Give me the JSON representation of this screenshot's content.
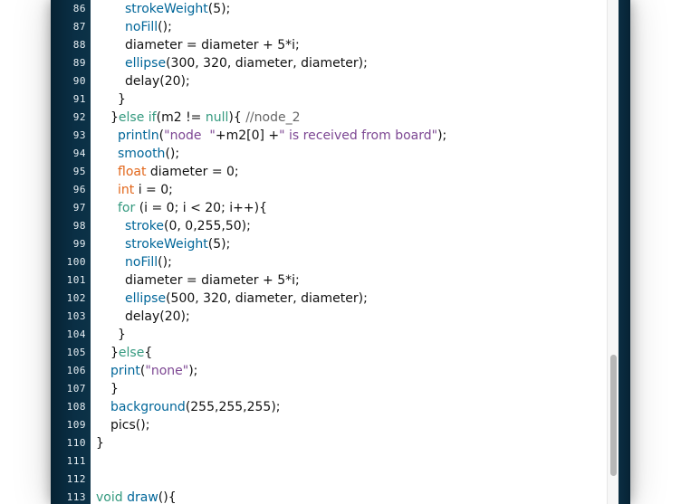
{
  "editor": {
    "lines": [
      {
        "num": "86",
        "indent": "    ",
        "tokens": [
          {
            "t": "strokeWeight",
            "c": "fn"
          },
          {
            "t": "(5);",
            "c": "plain"
          }
        ]
      },
      {
        "num": "87",
        "indent": "    ",
        "tokens": [
          {
            "t": "noFill",
            "c": "fn"
          },
          {
            "t": "();",
            "c": "plain"
          }
        ]
      },
      {
        "num": "88",
        "indent": "    ",
        "tokens": [
          {
            "t": "diameter = diameter + 5*i;",
            "c": "plain"
          }
        ]
      },
      {
        "num": "89",
        "indent": "    ",
        "tokens": [
          {
            "t": "ellipse",
            "c": "fn"
          },
          {
            "t": "(300, 320, diameter, diameter);",
            "c": "plain"
          }
        ]
      },
      {
        "num": "90",
        "indent": "    ",
        "tokens": [
          {
            "t": "delay(20);",
            "c": "plain"
          }
        ]
      },
      {
        "num": "91",
        "indent": "   ",
        "tokens": [
          {
            "t": "}",
            "c": "plain"
          }
        ]
      },
      {
        "num": "92",
        "indent": "  ",
        "tokens": [
          {
            "t": "}",
            "c": "plain"
          },
          {
            "t": "else if",
            "c": "kw"
          },
          {
            "t": "(m2 != ",
            "c": "plain"
          },
          {
            "t": "null",
            "c": "kw"
          },
          {
            "t": "){ ",
            "c": "plain"
          },
          {
            "t": "//node_2",
            "c": "com"
          }
        ]
      },
      {
        "num": "93",
        "indent": "   ",
        "tokens": [
          {
            "t": "println",
            "c": "fn"
          },
          {
            "t": "(",
            "c": "plain"
          },
          {
            "t": "\"node  \"",
            "c": "str"
          },
          {
            "t": "+m2[0] +",
            "c": "plain"
          },
          {
            "t": "\" is received from board\"",
            "c": "str"
          },
          {
            "t": ");",
            "c": "plain"
          }
        ]
      },
      {
        "num": "94",
        "indent": "   ",
        "tokens": [
          {
            "t": "smooth",
            "c": "fn"
          },
          {
            "t": "();",
            "c": "plain"
          }
        ]
      },
      {
        "num": "95",
        "indent": "   ",
        "tokens": [
          {
            "t": "float",
            "c": "type"
          },
          {
            "t": " diameter = 0;",
            "c": "plain"
          }
        ]
      },
      {
        "num": "96",
        "indent": "   ",
        "tokens": [
          {
            "t": "int",
            "c": "type"
          },
          {
            "t": " i = 0;",
            "c": "plain"
          }
        ]
      },
      {
        "num": "97",
        "indent": "   ",
        "tokens": [
          {
            "t": "for",
            "c": "kw"
          },
          {
            "t": " (i = 0; i < 20; i++){",
            "c": "plain"
          }
        ]
      },
      {
        "num": "98",
        "indent": "    ",
        "tokens": [
          {
            "t": "stroke",
            "c": "fn"
          },
          {
            "t": "(0, 0,255,50);",
            "c": "plain"
          }
        ]
      },
      {
        "num": "99",
        "indent": "    ",
        "tokens": [
          {
            "t": "strokeWeight",
            "c": "fn"
          },
          {
            "t": "(5);",
            "c": "plain"
          }
        ]
      },
      {
        "num": "100",
        "indent": "    ",
        "tokens": [
          {
            "t": "noFill",
            "c": "fn"
          },
          {
            "t": "();",
            "c": "plain"
          }
        ]
      },
      {
        "num": "101",
        "indent": "    ",
        "tokens": [
          {
            "t": "diameter = diameter + 5*i;",
            "c": "plain"
          }
        ]
      },
      {
        "num": "102",
        "indent": "    ",
        "tokens": [
          {
            "t": "ellipse",
            "c": "fn"
          },
          {
            "t": "(500, 320, diameter, diameter);",
            "c": "plain"
          }
        ]
      },
      {
        "num": "103",
        "indent": "    ",
        "tokens": [
          {
            "t": "delay(20);",
            "c": "plain"
          }
        ]
      },
      {
        "num": "104",
        "indent": "   ",
        "tokens": [
          {
            "t": "}",
            "c": "plain"
          }
        ]
      },
      {
        "num": "105",
        "indent": "  ",
        "tokens": [
          {
            "t": "}",
            "c": "plain"
          },
          {
            "t": "else",
            "c": "kw"
          },
          {
            "t": "{",
            "c": "plain"
          }
        ]
      },
      {
        "num": "106",
        "indent": "  ",
        "tokens": [
          {
            "t": "print",
            "c": "fn"
          },
          {
            "t": "(",
            "c": "plain"
          },
          {
            "t": "\"none\"",
            "c": "str"
          },
          {
            "t": ");",
            "c": "plain"
          }
        ]
      },
      {
        "num": "107",
        "indent": "  ",
        "tokens": [
          {
            "t": "}",
            "c": "plain"
          }
        ]
      },
      {
        "num": "108",
        "indent": "  ",
        "tokens": [
          {
            "t": "background",
            "c": "fn"
          },
          {
            "t": "(255,255,255);",
            "c": "plain"
          }
        ]
      },
      {
        "num": "109",
        "indent": "  ",
        "tokens": [
          {
            "t": "pics();",
            "c": "plain"
          }
        ]
      },
      {
        "num": "110",
        "indent": "",
        "tokens": [
          {
            "t": "}",
            "c": "plain"
          }
        ]
      },
      {
        "num": "111",
        "indent": "",
        "tokens": []
      },
      {
        "num": "112",
        "indent": "",
        "tokens": []
      },
      {
        "num": "113",
        "indent": "",
        "tokens": [
          {
            "t": "void",
            "c": "kw"
          },
          {
            "t": " ",
            "c": "plain"
          },
          {
            "t": "draw",
            "c": "fn"
          },
          {
            "t": "(){",
            "c": "plain"
          }
        ]
      }
    ]
  },
  "colors": {
    "function": "#006699",
    "keyword": "#33997e",
    "type": "#e2661a",
    "string": "#7d4793",
    "comment": "#666666",
    "gutter": "#0a2f45"
  },
  "scrollbar": {
    "position_fraction": 0.78
  }
}
